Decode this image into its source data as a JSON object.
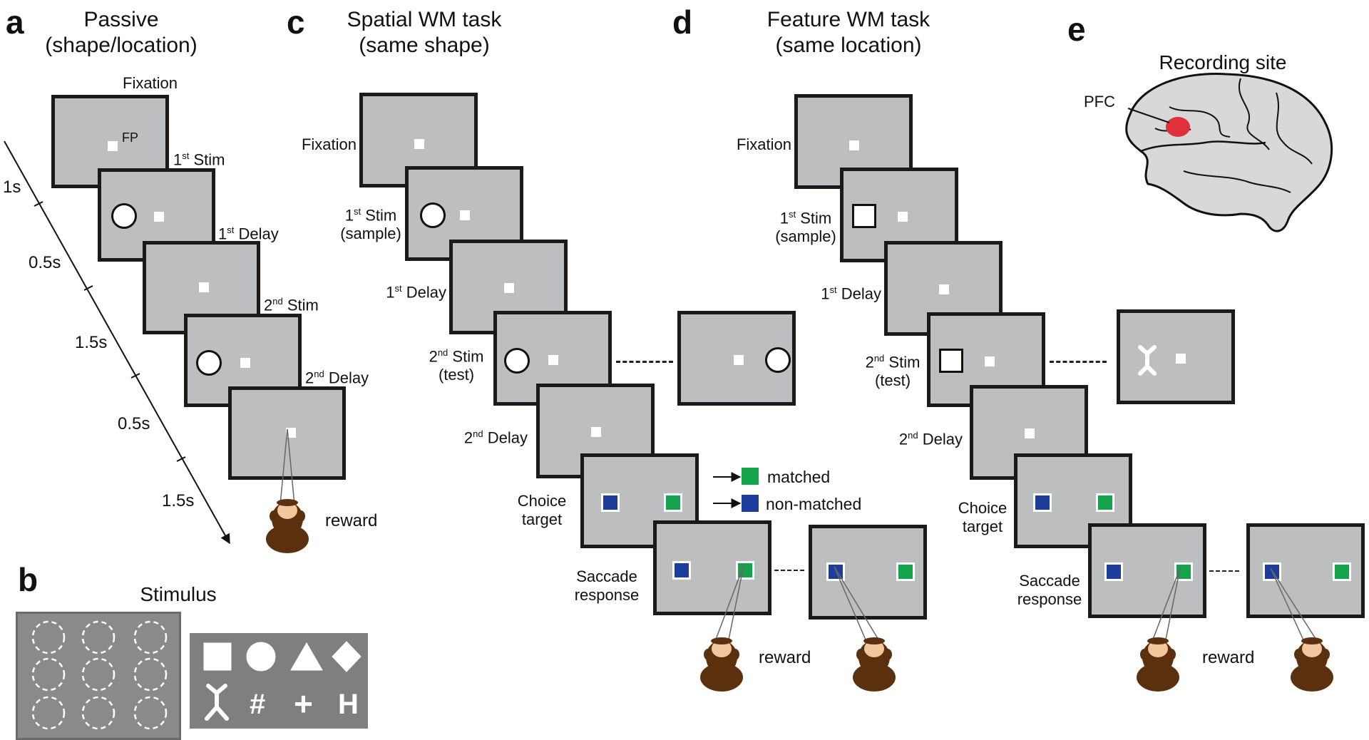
{
  "panels": {
    "a": {
      "letter": "a",
      "title_line1": "Passive",
      "title_line2": "(shape/location)",
      "fixation": "Fixation",
      "fp": "FP",
      "stim1": "Stim",
      "delay1": "Delay",
      "stim2": "Stim",
      "delay2": "Delay",
      "reward": "reward",
      "times": [
        "1s",
        "0.5s",
        "1.5s",
        "0.5s",
        "1.5s"
      ]
    },
    "b": {
      "letter": "b",
      "title": "Stimulus",
      "shapes": [
        "square",
        "circle",
        "triangle",
        "diamond",
        "y-shape",
        "#",
        "+",
        "H"
      ]
    },
    "c": {
      "letter": "c",
      "title_line1": "Spatial WM task",
      "title_line2": "(same shape)",
      "fixation": "Fixation",
      "stim1": "Stim",
      "sample": "(sample)",
      "delay1": "Delay",
      "stim2": "Stim",
      "test": "(test)",
      "delay2": "Delay",
      "choice1": "Choice",
      "choice2": "target",
      "saccade1": "Saccade",
      "saccade2": "response",
      "reward": "reward"
    },
    "d": {
      "letter": "d",
      "title_line1": "Feature WM task",
      "title_line2": "(same location)",
      "fixation": "Fixation",
      "stim1": "Stim",
      "sample": "(sample)",
      "delay1": "Delay",
      "stim2": "Stim",
      "test": "(test)",
      "delay2": "Delay",
      "choice1": "Choice",
      "choice2": "target",
      "saccade1": "Saccade",
      "saccade2": "response",
      "reward": "reward"
    },
    "e": {
      "letter": "e",
      "title": "Recording site",
      "pfc": "PFC"
    }
  },
  "ordinals": {
    "first": "1",
    "first_sup": "st",
    "second": "2",
    "second_sup": "nd"
  },
  "legend": {
    "matched": "matched",
    "non_matched": "non-matched"
  },
  "colors": {
    "screen": "#bdbec0",
    "frame": "#1a1a1a",
    "matched": "#14a24a",
    "non_matched": "#1c3e9a",
    "pfc": "#e0303c",
    "monkey": "#5a300e",
    "face": "#f2c7a0"
  }
}
